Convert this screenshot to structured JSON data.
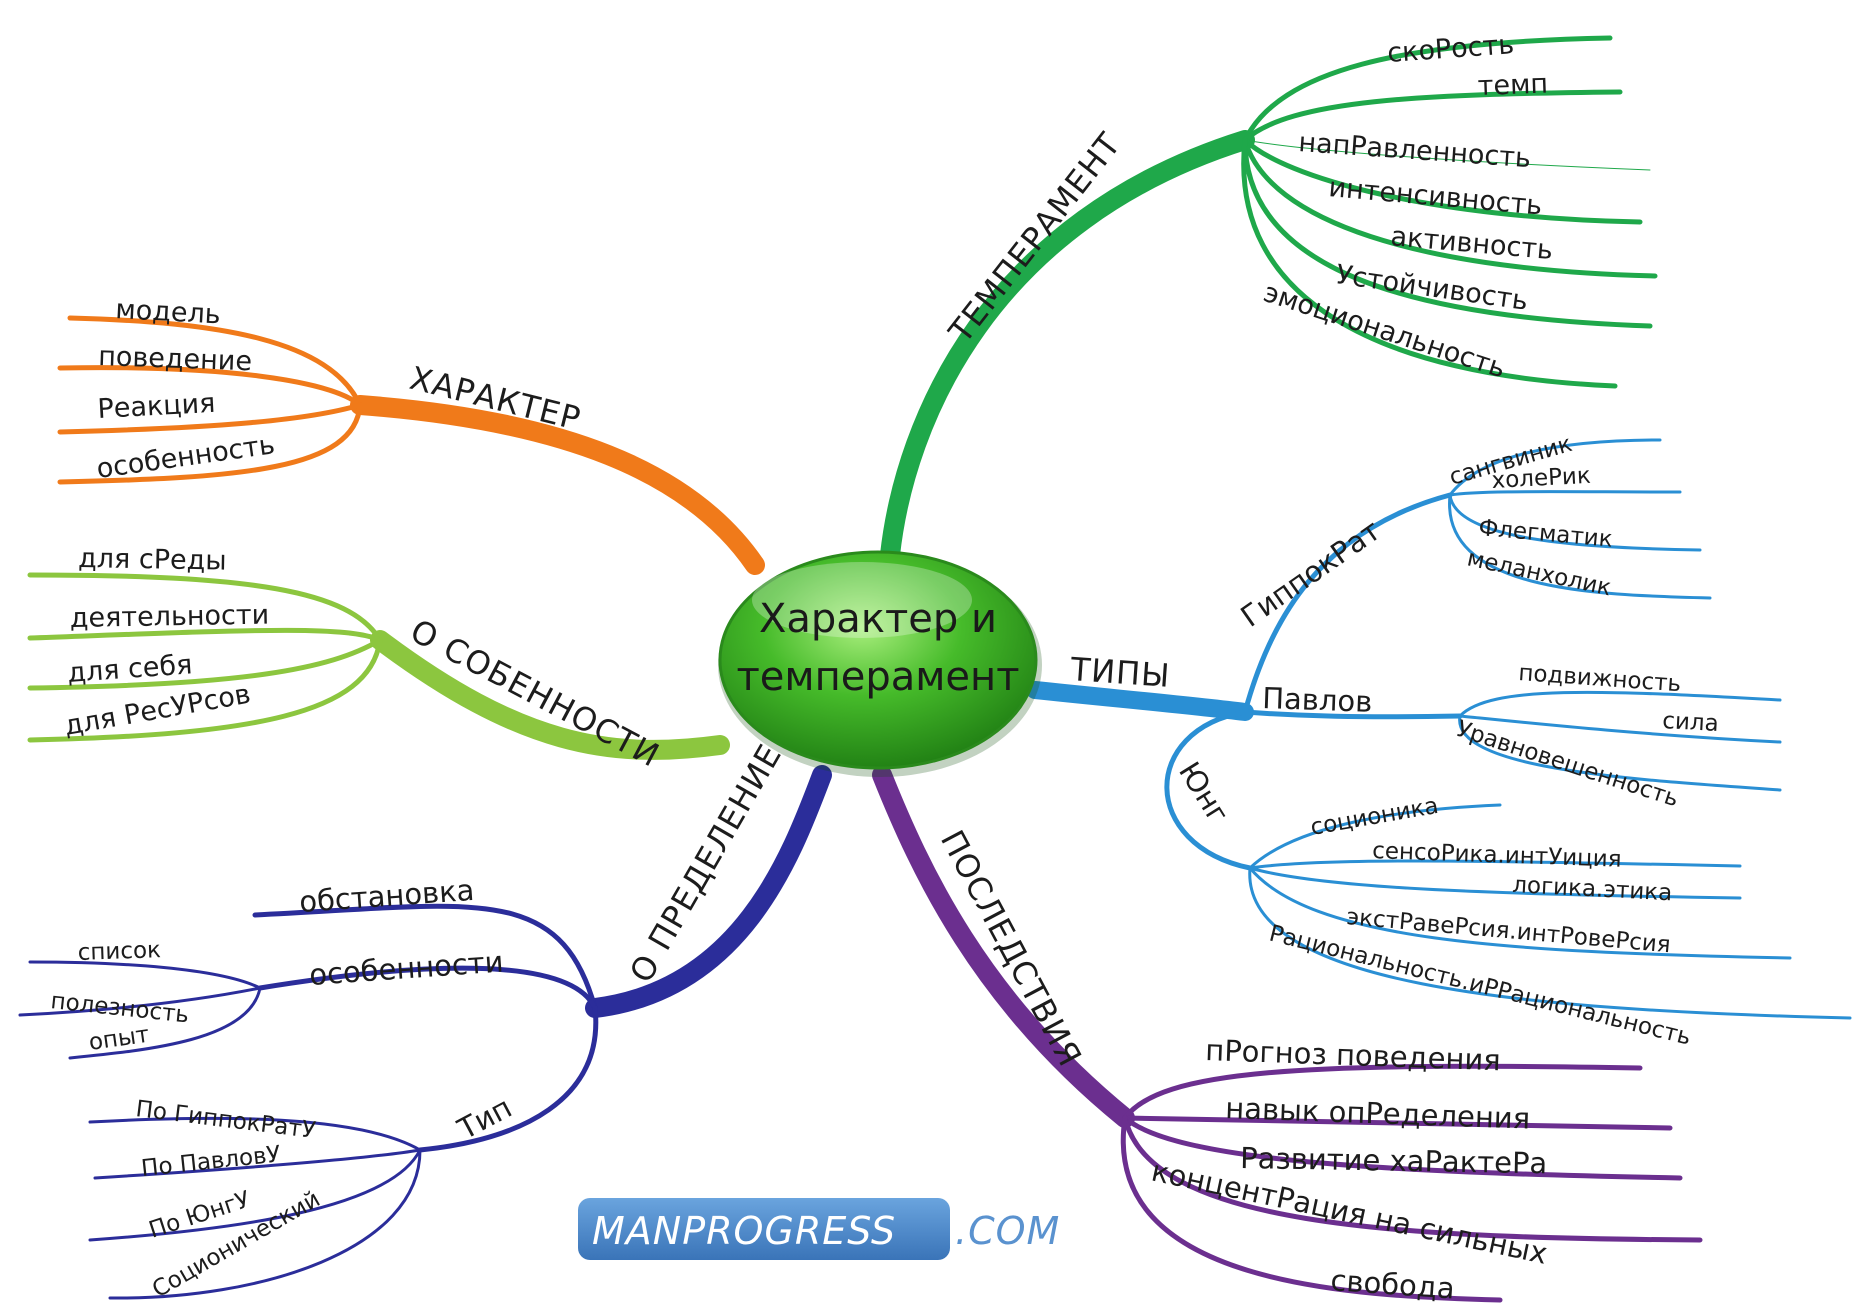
{
  "center": {
    "line1": "Характер и",
    "line2": "темперамент"
  },
  "colors": {
    "temperament": "#1fa84a",
    "character": "#f07a1a",
    "features": "#8cc63f",
    "types": "#2a8fd4",
    "definition": "#2b2d9a",
    "consequences": "#6b2f8f",
    "center_fill": "#3fb52c",
    "watermark_box": "#4a86c8"
  },
  "temperament": {
    "label": "ТЕМПЕРАМЕНТ",
    "leaves": [
      "скоРость",
      "темп",
      "напРавленность",
      "интенсивность",
      "активность",
      "Устойчивость",
      "эмоциональность"
    ]
  },
  "character": {
    "label": "ХАРАКТЕР",
    "leaves": [
      "модель",
      "поведение",
      "Реакция",
      "особенность"
    ]
  },
  "features": {
    "label": "О СОБЕННОСТИ",
    "leaves": [
      "для сРеды",
      "деятельности",
      "для себя",
      "для РесУРсов"
    ]
  },
  "types": {
    "label": "ТИПЫ",
    "hippocrates": {
      "label": "ГиппокРат",
      "leaves": [
        "сангвиник",
        "холеРик",
        "Флегматик",
        "меланхолик"
      ]
    },
    "pavlov": {
      "label": "Павлов",
      "leaves": [
        "подвижность",
        "сила",
        "Уравновешенность"
      ]
    },
    "jung": {
      "label": "Юнг",
      "leaves": [
        "соционика",
        "сенсоРика.интУиция",
        "логика.этика",
        "экстРавеРсия.интРовеРсия",
        "Рациональность.иРРациональность"
      ]
    }
  },
  "definition": {
    "label": "О ПРЕДЕЛЕНИЕ",
    "setting": "обстановка",
    "features": {
      "label": "особенности",
      "leaves": [
        "список",
        "полезность",
        "опыт"
      ]
    },
    "type": {
      "label": "Тип",
      "leaves": [
        "По ГиппокРатУ",
        "По ПавловУ",
        "По ЮнгУ",
        "Соционический"
      ]
    }
  },
  "consequences": {
    "label": "ПОСЛЕДСТВИЯ",
    "leaves": [
      "пРогноз поведения",
      "навык опРеделения",
      "Развитие хаРактеРа",
      "концентРация на сильных",
      "свобода"
    ]
  },
  "watermark": {
    "brand": "MANPROGRESS",
    "suffix": ".COM"
  }
}
